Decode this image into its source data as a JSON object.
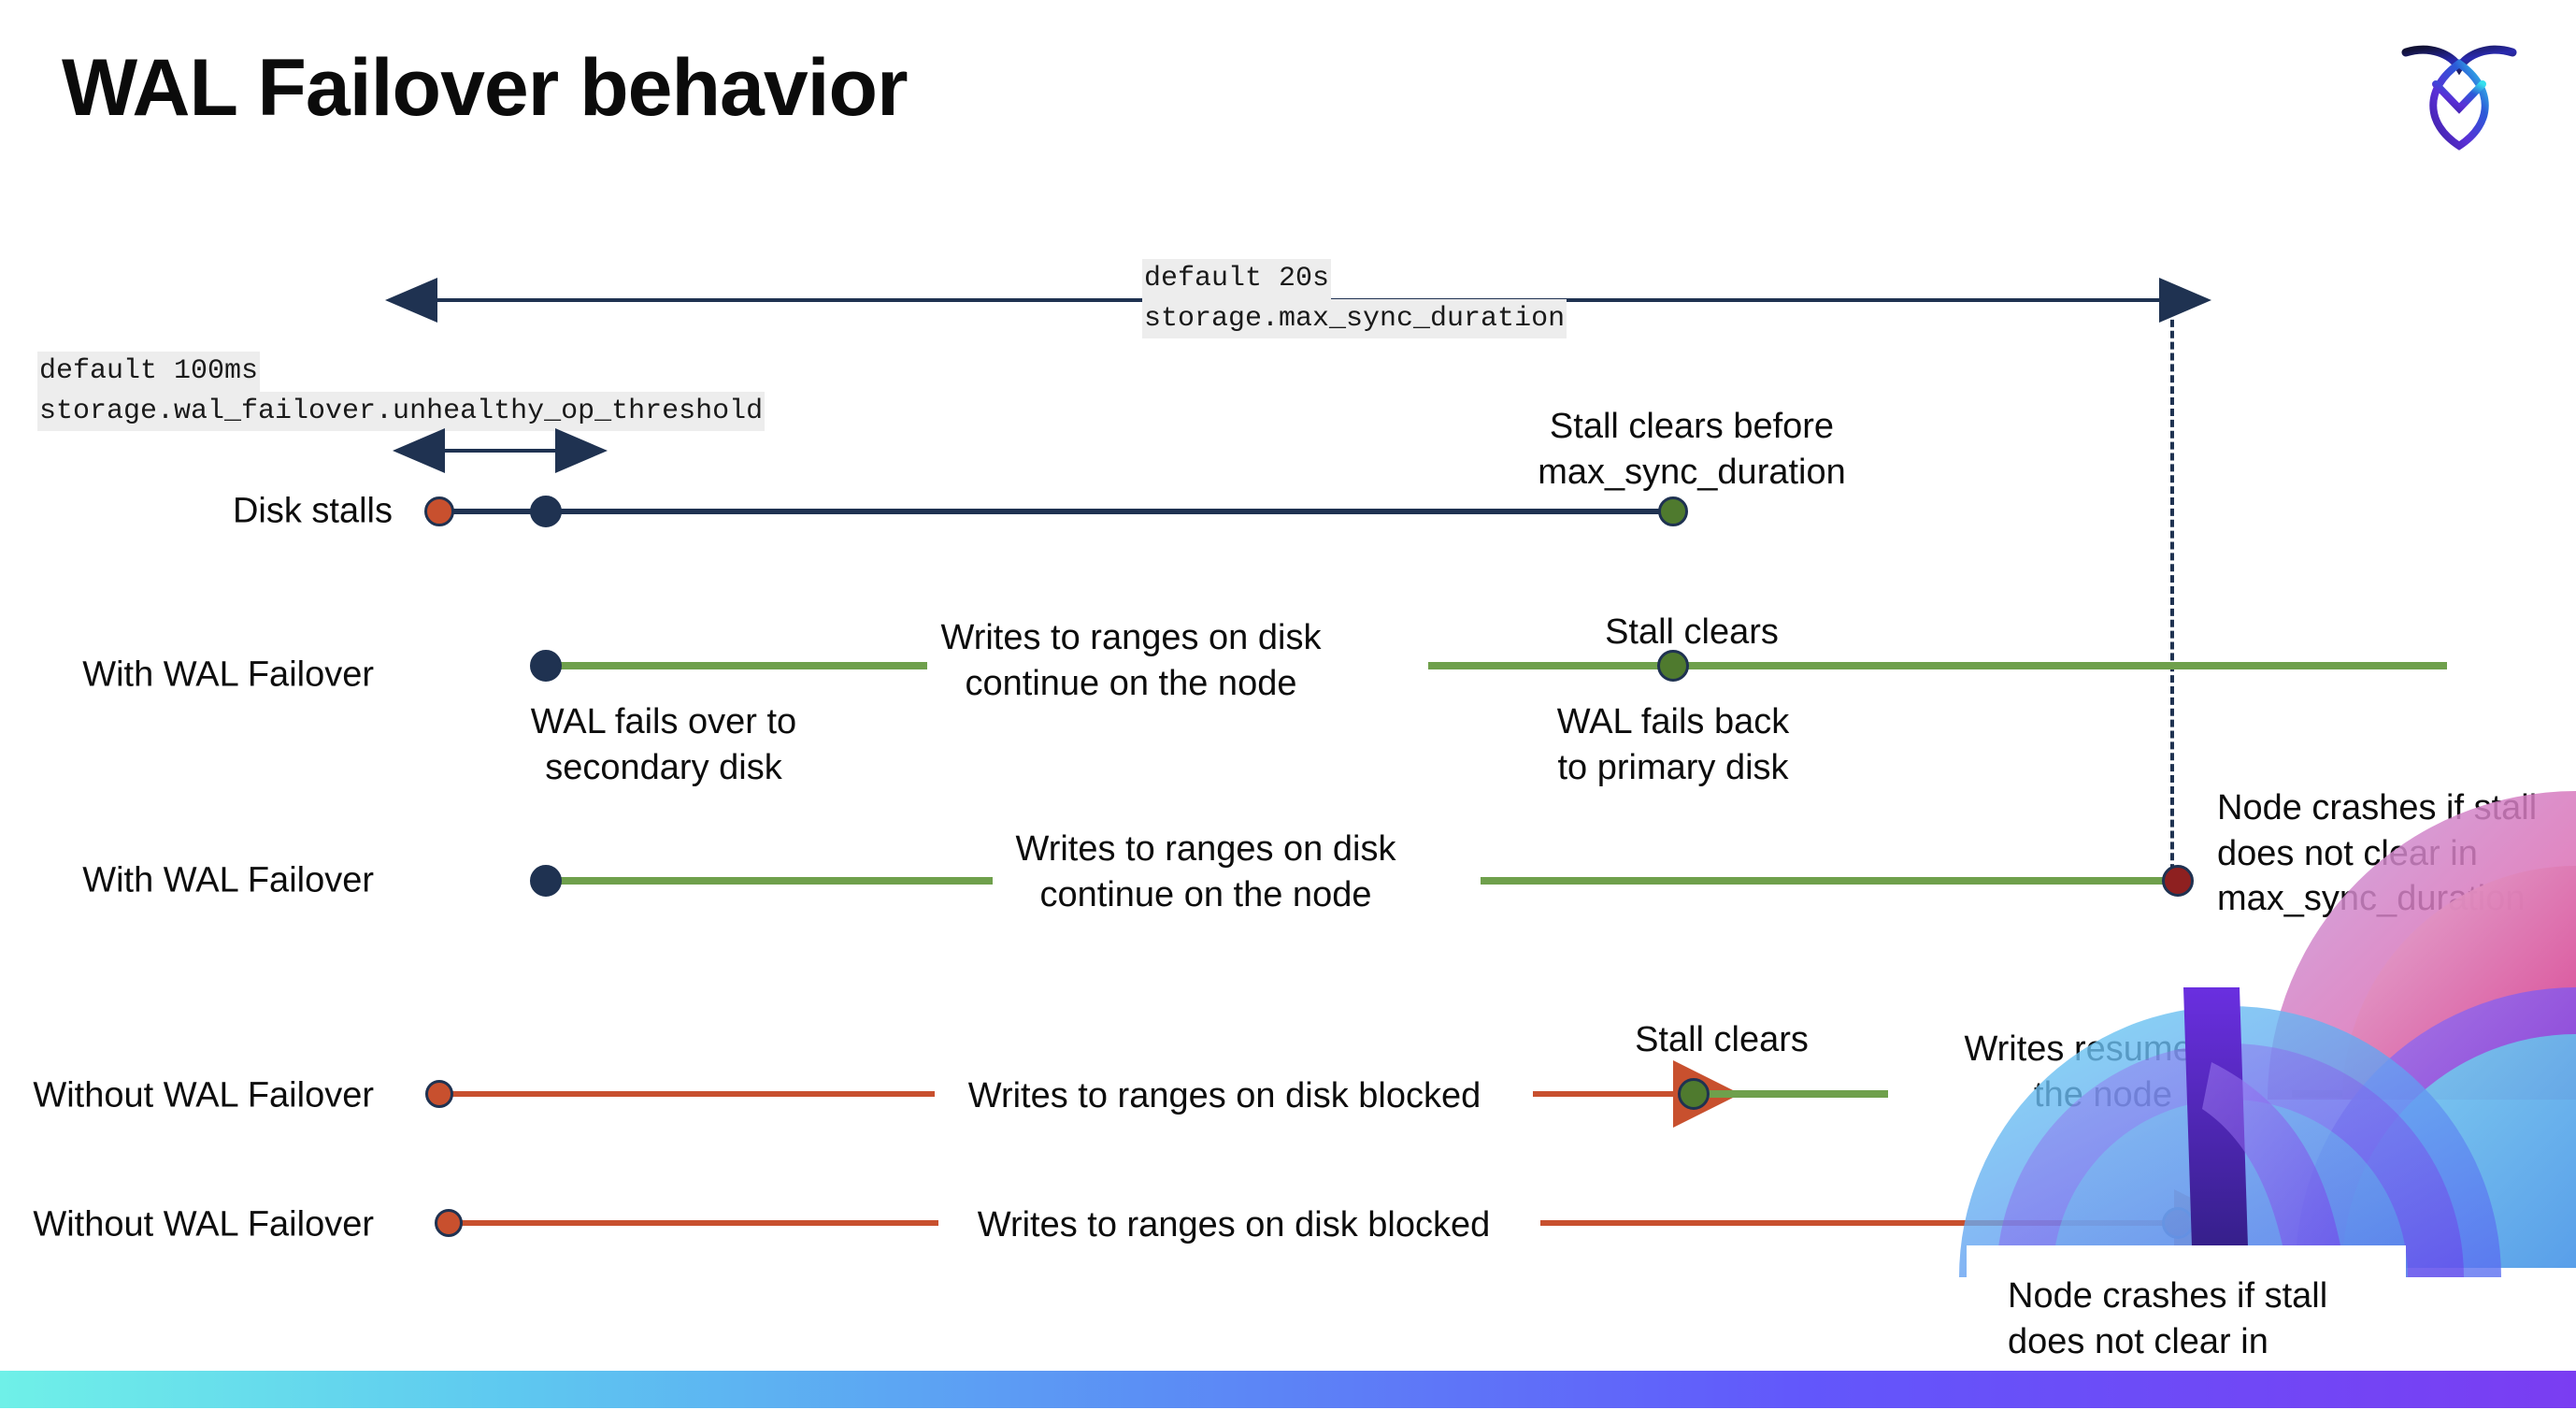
{
  "slide": {
    "title": "WAL Failover behavior",
    "logo_icon": "cockroachdb-logo-icon"
  },
  "settings": [
    {
      "id": "max-sync-duration",
      "default_line": "default 20s",
      "name_line": "storage.max_sync_duration"
    },
    {
      "id": "unhealthy-op-threshold",
      "default_line": "default 100ms",
      "name_line": "storage.wal_failover.unhealthy_op_threshold"
    }
  ],
  "rows": [
    {
      "id": "disk-stalls",
      "label": "Disk stalls",
      "annotations": [
        "Stall clears before\nmax_sync_duration"
      ]
    },
    {
      "id": "with-wal-failover-recovers",
      "label": "With WAL Failover",
      "annotations": [
        "Writes to ranges on disk\ncontinue on the node",
        "Stall clears",
        "WAL fails over to\nsecondary disk",
        "WAL fails  back\nto primary disk"
      ]
    },
    {
      "id": "with-wal-failover-crashes",
      "label": "With WAL Failover",
      "annotations": [
        "Writes to ranges on disk\ncontinue on the node",
        "Node crashes if stall\ndoes not clear in\nmax_sync_duration"
      ]
    },
    {
      "id": "without-wal-failover-recovers",
      "label": "Without WAL Failover",
      "annotations": [
        "Writes to ranges on disk  blocked",
        "Stall clears",
        "Writes resume on\nthe node"
      ]
    },
    {
      "id": "without-wal-failover-crashes",
      "label": "Without WAL Failover",
      "annotations": [
        "Writes to ranges on disk  blocked",
        "Node crashes if stall\ndoes not clear in\nmax_sync_duration"
      ]
    }
  ],
  "colors": {
    "navy": "#1F3251",
    "orange": "#C8502E",
    "green": "#6FA04C",
    "green_dot": "#4F7A2E",
    "dark_red": "#8E2020",
    "code_bg": "#EDEDED"
  }
}
